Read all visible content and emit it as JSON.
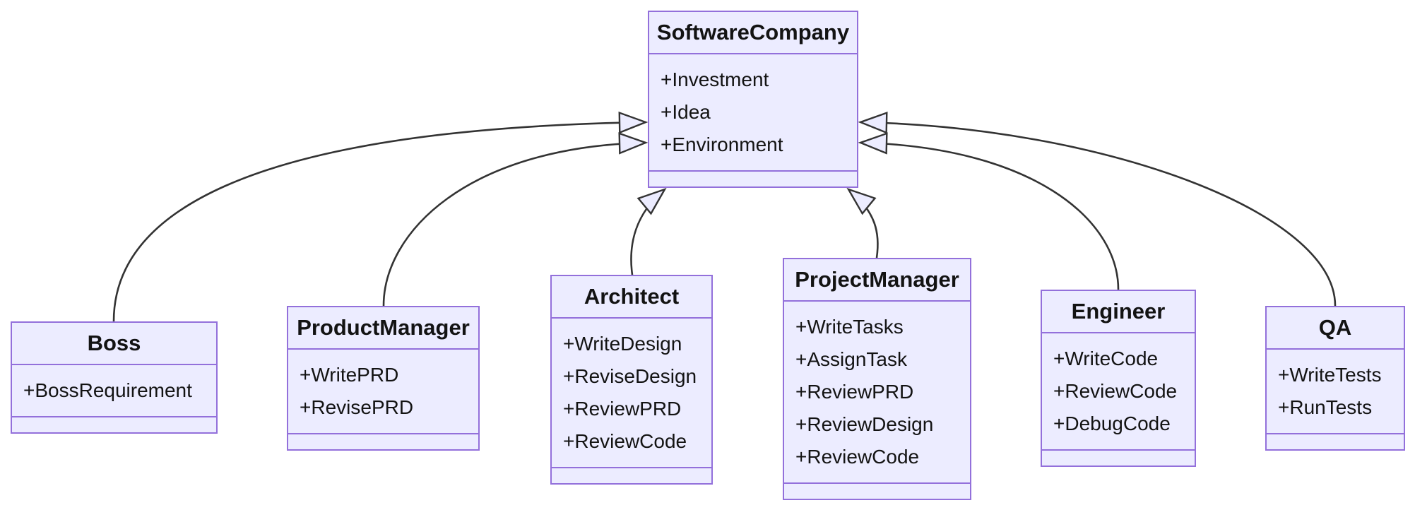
{
  "diagram": {
    "kind": "uml-class-diagram",
    "parent_class": "SoftwareCompany",
    "classes": [
      {
        "name": "SoftwareCompany",
        "members": [
          "+Investment",
          "+Idea",
          "+Environment"
        ]
      },
      {
        "name": "Boss",
        "members": [
          "+BossRequirement"
        ]
      },
      {
        "name": "ProductManager",
        "members": [
          "+WritePRD",
          "+RevisePRD"
        ]
      },
      {
        "name": "Architect",
        "members": [
          "+WriteDesign",
          "+ReviseDesign",
          "+ReviewPRD",
          "+ReviewCode"
        ]
      },
      {
        "name": "ProjectManager",
        "members": [
          "+WriteTasks",
          "+AssignTask",
          "+ReviewPRD",
          "+ReviewDesign",
          "+ReviewCode"
        ]
      },
      {
        "name": "Engineer",
        "members": [
          "+WriteCode",
          "+ReviewCode",
          "+DebugCode"
        ]
      },
      {
        "name": "QA",
        "members": [
          "+WriteTests",
          "+RunTests"
        ]
      }
    ],
    "relations": [
      {
        "from": "Boss",
        "to": "SoftwareCompany",
        "type": "inheritance",
        "arrow_head": "hollow-triangle"
      },
      {
        "from": "ProductManager",
        "to": "SoftwareCompany",
        "type": "inheritance",
        "arrow_head": "hollow-triangle"
      },
      {
        "from": "Architect",
        "to": "SoftwareCompany",
        "type": "inheritance",
        "arrow_head": "hollow-triangle"
      },
      {
        "from": "ProjectManager",
        "to": "SoftwareCompany",
        "type": "inheritance",
        "arrow_head": "hollow-triangle"
      },
      {
        "from": "Engineer",
        "to": "SoftwareCompany",
        "type": "inheritance",
        "arrow_head": "hollow-triangle"
      },
      {
        "from": "QA",
        "to": "SoftwareCompany",
        "type": "inheritance",
        "arrow_head": "hollow-triangle"
      }
    ],
    "colors": {
      "node_fill": "#ECECFF",
      "node_border": "#9370DB",
      "edge_line": "#333333",
      "text": "#131313",
      "background": "#FFFFFF"
    }
  }
}
